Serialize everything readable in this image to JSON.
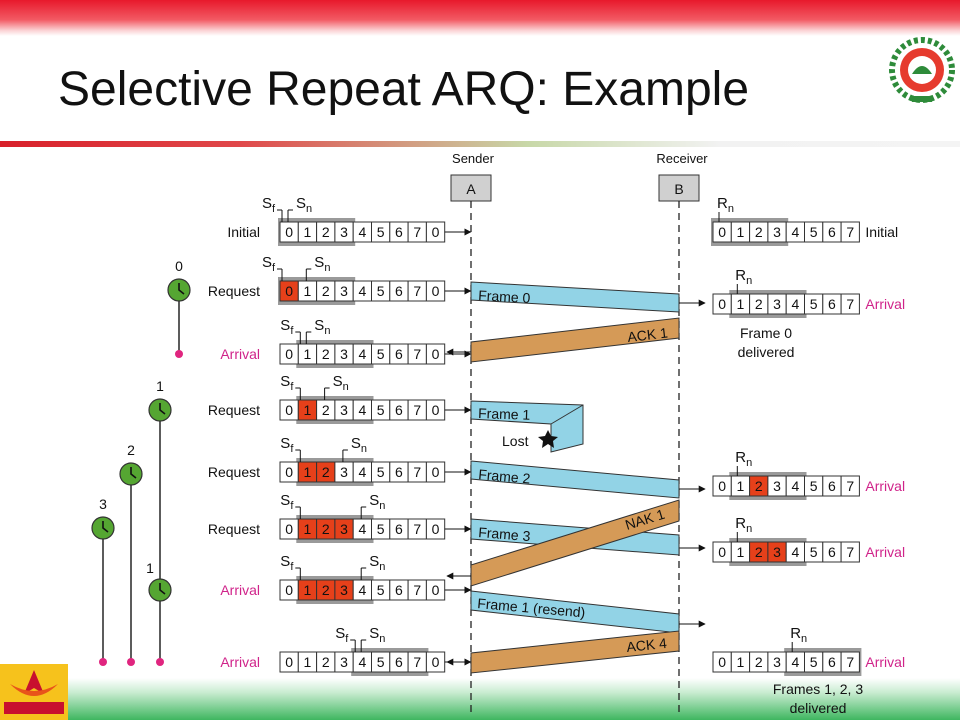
{
  "slide": {
    "title": "Selective Repeat ARQ: Example"
  },
  "diagram": {
    "sender_label": "Sender",
    "receiver_label": "Receiver",
    "sender_node": "A",
    "receiver_node": "B",
    "sf_label": "S",
    "sf_sub": "f",
    "sn_label": "S",
    "sn_sub": "n",
    "rn_label": "R",
    "rn_sub": "n",
    "colors": {
      "frame_fill": "#92d3e6",
      "ack_fill": "#d59a57",
      "highlight_fill": "#e6401a",
      "window_shade": "#9a9a9a",
      "timer_fill": "#55a632",
      "arrival_text": "#d0238a",
      "dot": "#e0257f"
    },
    "sender_rows": [
      {
        "label": "Initial",
        "cells": [
          "0",
          "1",
          "2",
          "3",
          "4",
          "5",
          "6",
          "7",
          "0"
        ],
        "highlight": []
      },
      {
        "label": "Request",
        "cells": [
          "0",
          "1",
          "2",
          "3",
          "4",
          "5",
          "6",
          "7",
          "0"
        ],
        "highlight": [
          0
        ]
      },
      {
        "label": "Arrival",
        "cells": [
          "0",
          "1",
          "2",
          "3",
          "4",
          "5",
          "6",
          "7",
          "0"
        ],
        "highlight": []
      },
      {
        "label": "Request",
        "cells": [
          "0",
          "1",
          "2",
          "3",
          "4",
          "5",
          "6",
          "7",
          "0"
        ],
        "highlight": [
          1
        ]
      },
      {
        "label": "Request",
        "cells": [
          "0",
          "1",
          "2",
          "3",
          "4",
          "5",
          "6",
          "7",
          "0"
        ],
        "highlight": [
          1,
          2
        ]
      },
      {
        "label": "Request",
        "cells": [
          "0",
          "1",
          "2",
          "3",
          "4",
          "5",
          "6",
          "7",
          "0"
        ],
        "highlight": [
          1,
          2,
          3
        ]
      },
      {
        "label": "Arrival",
        "cells": [
          "0",
          "1",
          "2",
          "3",
          "4",
          "5",
          "6",
          "7",
          "0"
        ],
        "highlight": [
          1,
          2,
          3
        ]
      },
      {
        "label": "Arrival",
        "cells": [
          "0",
          "1",
          "2",
          "3",
          "4",
          "5",
          "6",
          "7",
          "0"
        ],
        "highlight": []
      }
    ],
    "receiver_rows": [
      {
        "label": "Initial",
        "cells": [
          "0",
          "1",
          "2",
          "3",
          "4",
          "5",
          "6",
          "7"
        ],
        "highlight": [],
        "note": ""
      },
      {
        "label": "Arrival",
        "cells": [
          "0",
          "1",
          "2",
          "3",
          "4",
          "5",
          "6",
          "7"
        ],
        "highlight": [],
        "note": "Frame 0 delivered"
      },
      {
        "label": "Arrival",
        "cells": [
          "0",
          "1",
          "2",
          "3",
          "4",
          "5",
          "6",
          "7"
        ],
        "highlight": [
          2
        ],
        "note": ""
      },
      {
        "label": "Arrival",
        "cells": [
          "0",
          "1",
          "2",
          "3",
          "4",
          "5",
          "6",
          "7"
        ],
        "highlight": [
          2,
          3
        ],
        "note": ""
      },
      {
        "label": "Arrival",
        "cells": [
          "0",
          "1",
          "2",
          "3",
          "4",
          "5",
          "6",
          "7"
        ],
        "highlight": [],
        "note": "Frames 1, 2, 3 delivered"
      }
    ],
    "receiver_note_1_line1": "Frame 0",
    "receiver_note_1_line2": "delivered",
    "receiver_note_2_line1": "Frames 1, 2, 3",
    "receiver_note_2_line2": "delivered",
    "messages": {
      "frame0": "Frame 0",
      "ack1": "ACK 1",
      "frame1": "Frame 1",
      "lost": "Lost",
      "frame2": "Frame 2",
      "frame3": "Frame 3",
      "nak1": "NAK 1",
      "frame1_resend": "Frame 1 (resend)",
      "ack4": "ACK 4"
    },
    "timers": [
      "0",
      "1",
      "2",
      "3",
      "1"
    ]
  }
}
